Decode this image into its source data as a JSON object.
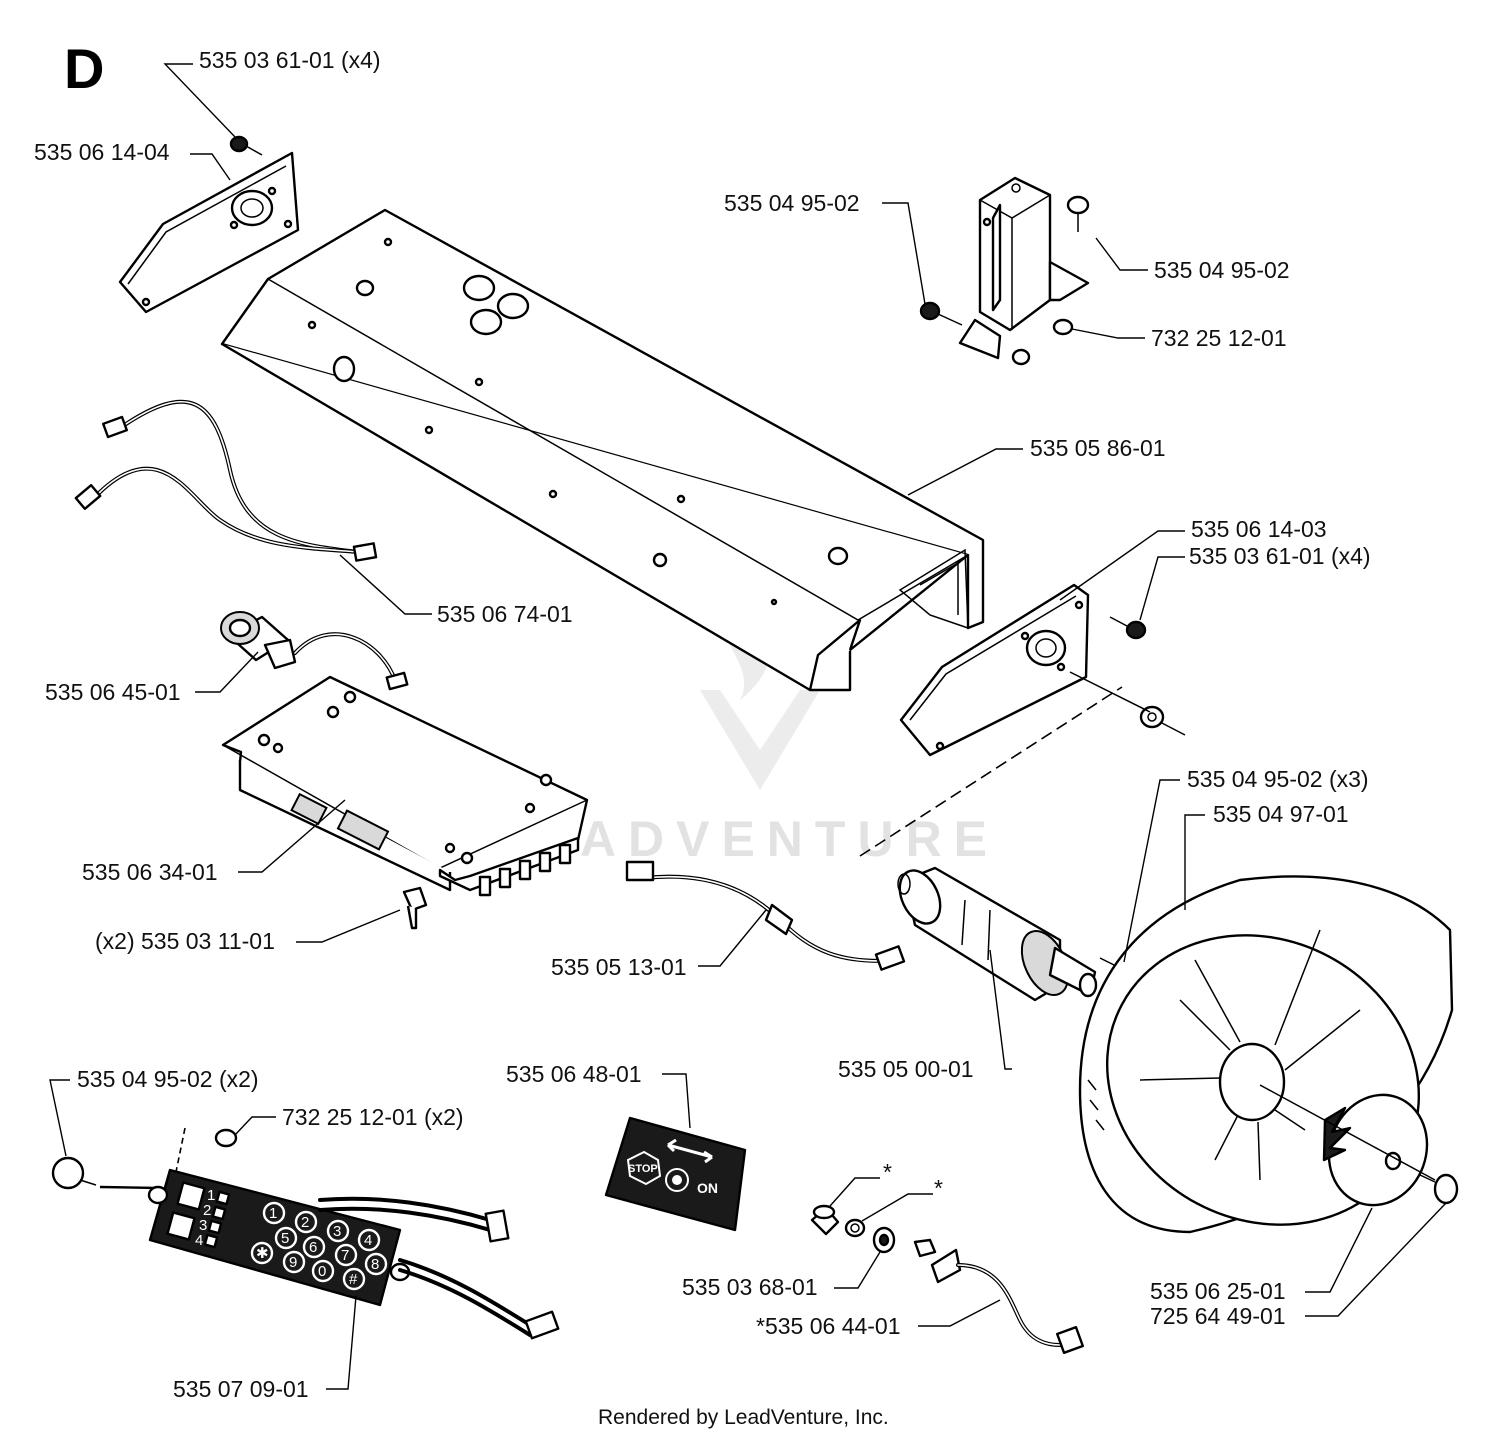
{
  "section_letter": "D",
  "watermark": "LEADVENTURE",
  "footer": "Rendered by LeadVenture, Inc.",
  "labels": {
    "screw_top_left": "535 03 61-01 (x4)",
    "plate_left": "535 06 14-04",
    "screw_switch_left": "535 04 95-02",
    "screw_switch_right": "535 04 95-02",
    "nut_switch": "732 25 12-01",
    "cover": "535 05 86-01",
    "plate_right": "535 06 14-03",
    "screw_right": "535 03 61-01 (x4)",
    "harness": "535 06 74-01",
    "buzzer": "535 06 45-01",
    "circuit_board": "535 06 34-01",
    "clip": "(x2) 535 03 11-01",
    "cable": "535 05 13-01",
    "motor": "535 05 00-01",
    "screw_motor": "535 04 95-02 (x3)",
    "reel": "535 04 97-01",
    "screw_keypad": "535 04 95-02 (x2)",
    "nut_keypad": "732 25 12-01 (x2)",
    "decal": "535 06 48-01",
    "knob": "535 03 68-01",
    "switch": "*535 06 44-01",
    "cap": "535 06 25-01",
    "bolt": "725 64 49-01",
    "keypad": "535 07 09-01",
    "asterisk_1": "*",
    "asterisk_2": "*"
  },
  "keypad": {
    "side_numbers": [
      "1",
      "2",
      "3",
      "4"
    ],
    "keys": [
      "1",
      "2",
      "3",
      "4",
      "5",
      "6",
      "7",
      "8",
      "9",
      "0",
      "✱",
      "#"
    ]
  },
  "decal": {
    "stop": "STOP",
    "on": "ON"
  }
}
